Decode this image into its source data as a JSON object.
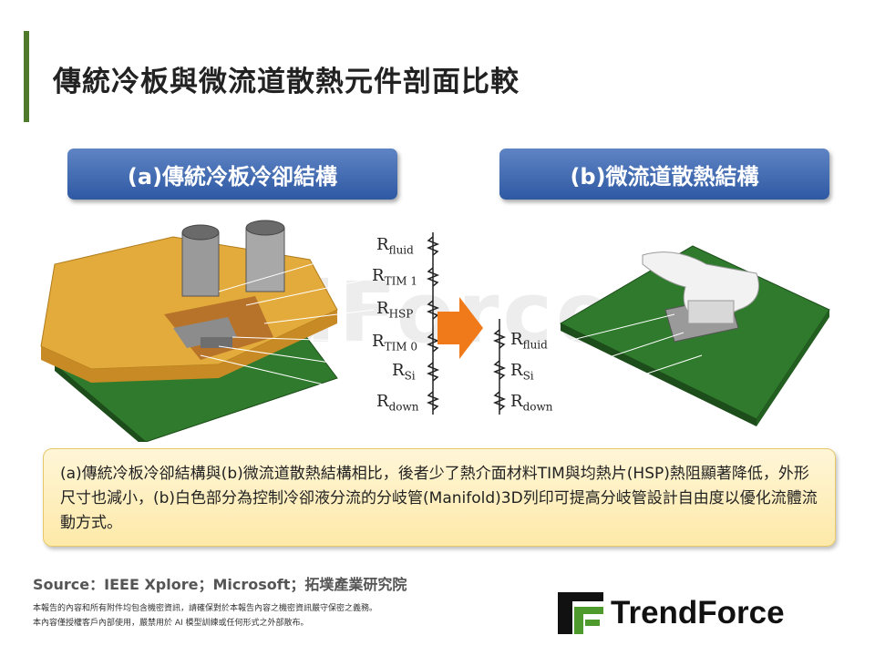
{
  "header": {
    "title": "傳統冷板與微流道散熱元件剖面比較"
  },
  "panels": {
    "a": {
      "label": "(a)傳統冷板冷卻結構"
    },
    "b": {
      "label": "(b)微流道散熱結構"
    }
  },
  "figure": {
    "watermark": "TrendForce",
    "a_resistors": [
      {
        "base": "R",
        "sub": "fluid"
      },
      {
        "base": "R",
        "sub": "TIM 1"
      },
      {
        "base": "R",
        "sub": "HSP"
      },
      {
        "base": "R",
        "sub": "TIM 0"
      },
      {
        "base": "R",
        "sub": "Si"
      },
      {
        "base": "R",
        "sub": "down"
      }
    ],
    "b_resistors": [
      {
        "base": "R",
        "sub": "fluid"
      },
      {
        "base": "R",
        "sub": "Si"
      },
      {
        "base": "R",
        "sub": "down"
      }
    ]
  },
  "note": {
    "text": "(a)傳統冷板冷卻結構與(b)微流道散熱結構相比，後者少了熱介面材料TIM與均熱片(HSP)熱阻顯著降低，外形尺寸也減小，(b)白色部分為控制冷卻液分流的分岐管(Manifold)3D列印可提高分岐管設計自由度以優化流體流動方式。"
  },
  "footer": {
    "source": "Source：IEEE Xplore；Microsoft；拓墣產業研究院",
    "disclaimer_1": "本報告的內容和所有附件均包含機密資訊，請確保對於本報告內容之機密資訊嚴守保密之義務。",
    "disclaimer_2": "本內容僅授權客戶內部使用，嚴禁用於 AI 模型訓練或任何形式之外部散布。",
    "logo_text": "TrendForce"
  },
  "colors": {
    "accent": "#4f7a2c",
    "pill": "#2e59a3",
    "pcb": "#2f7a2c",
    "copper": "#e0a83a",
    "arrow": "#f07a1a"
  }
}
